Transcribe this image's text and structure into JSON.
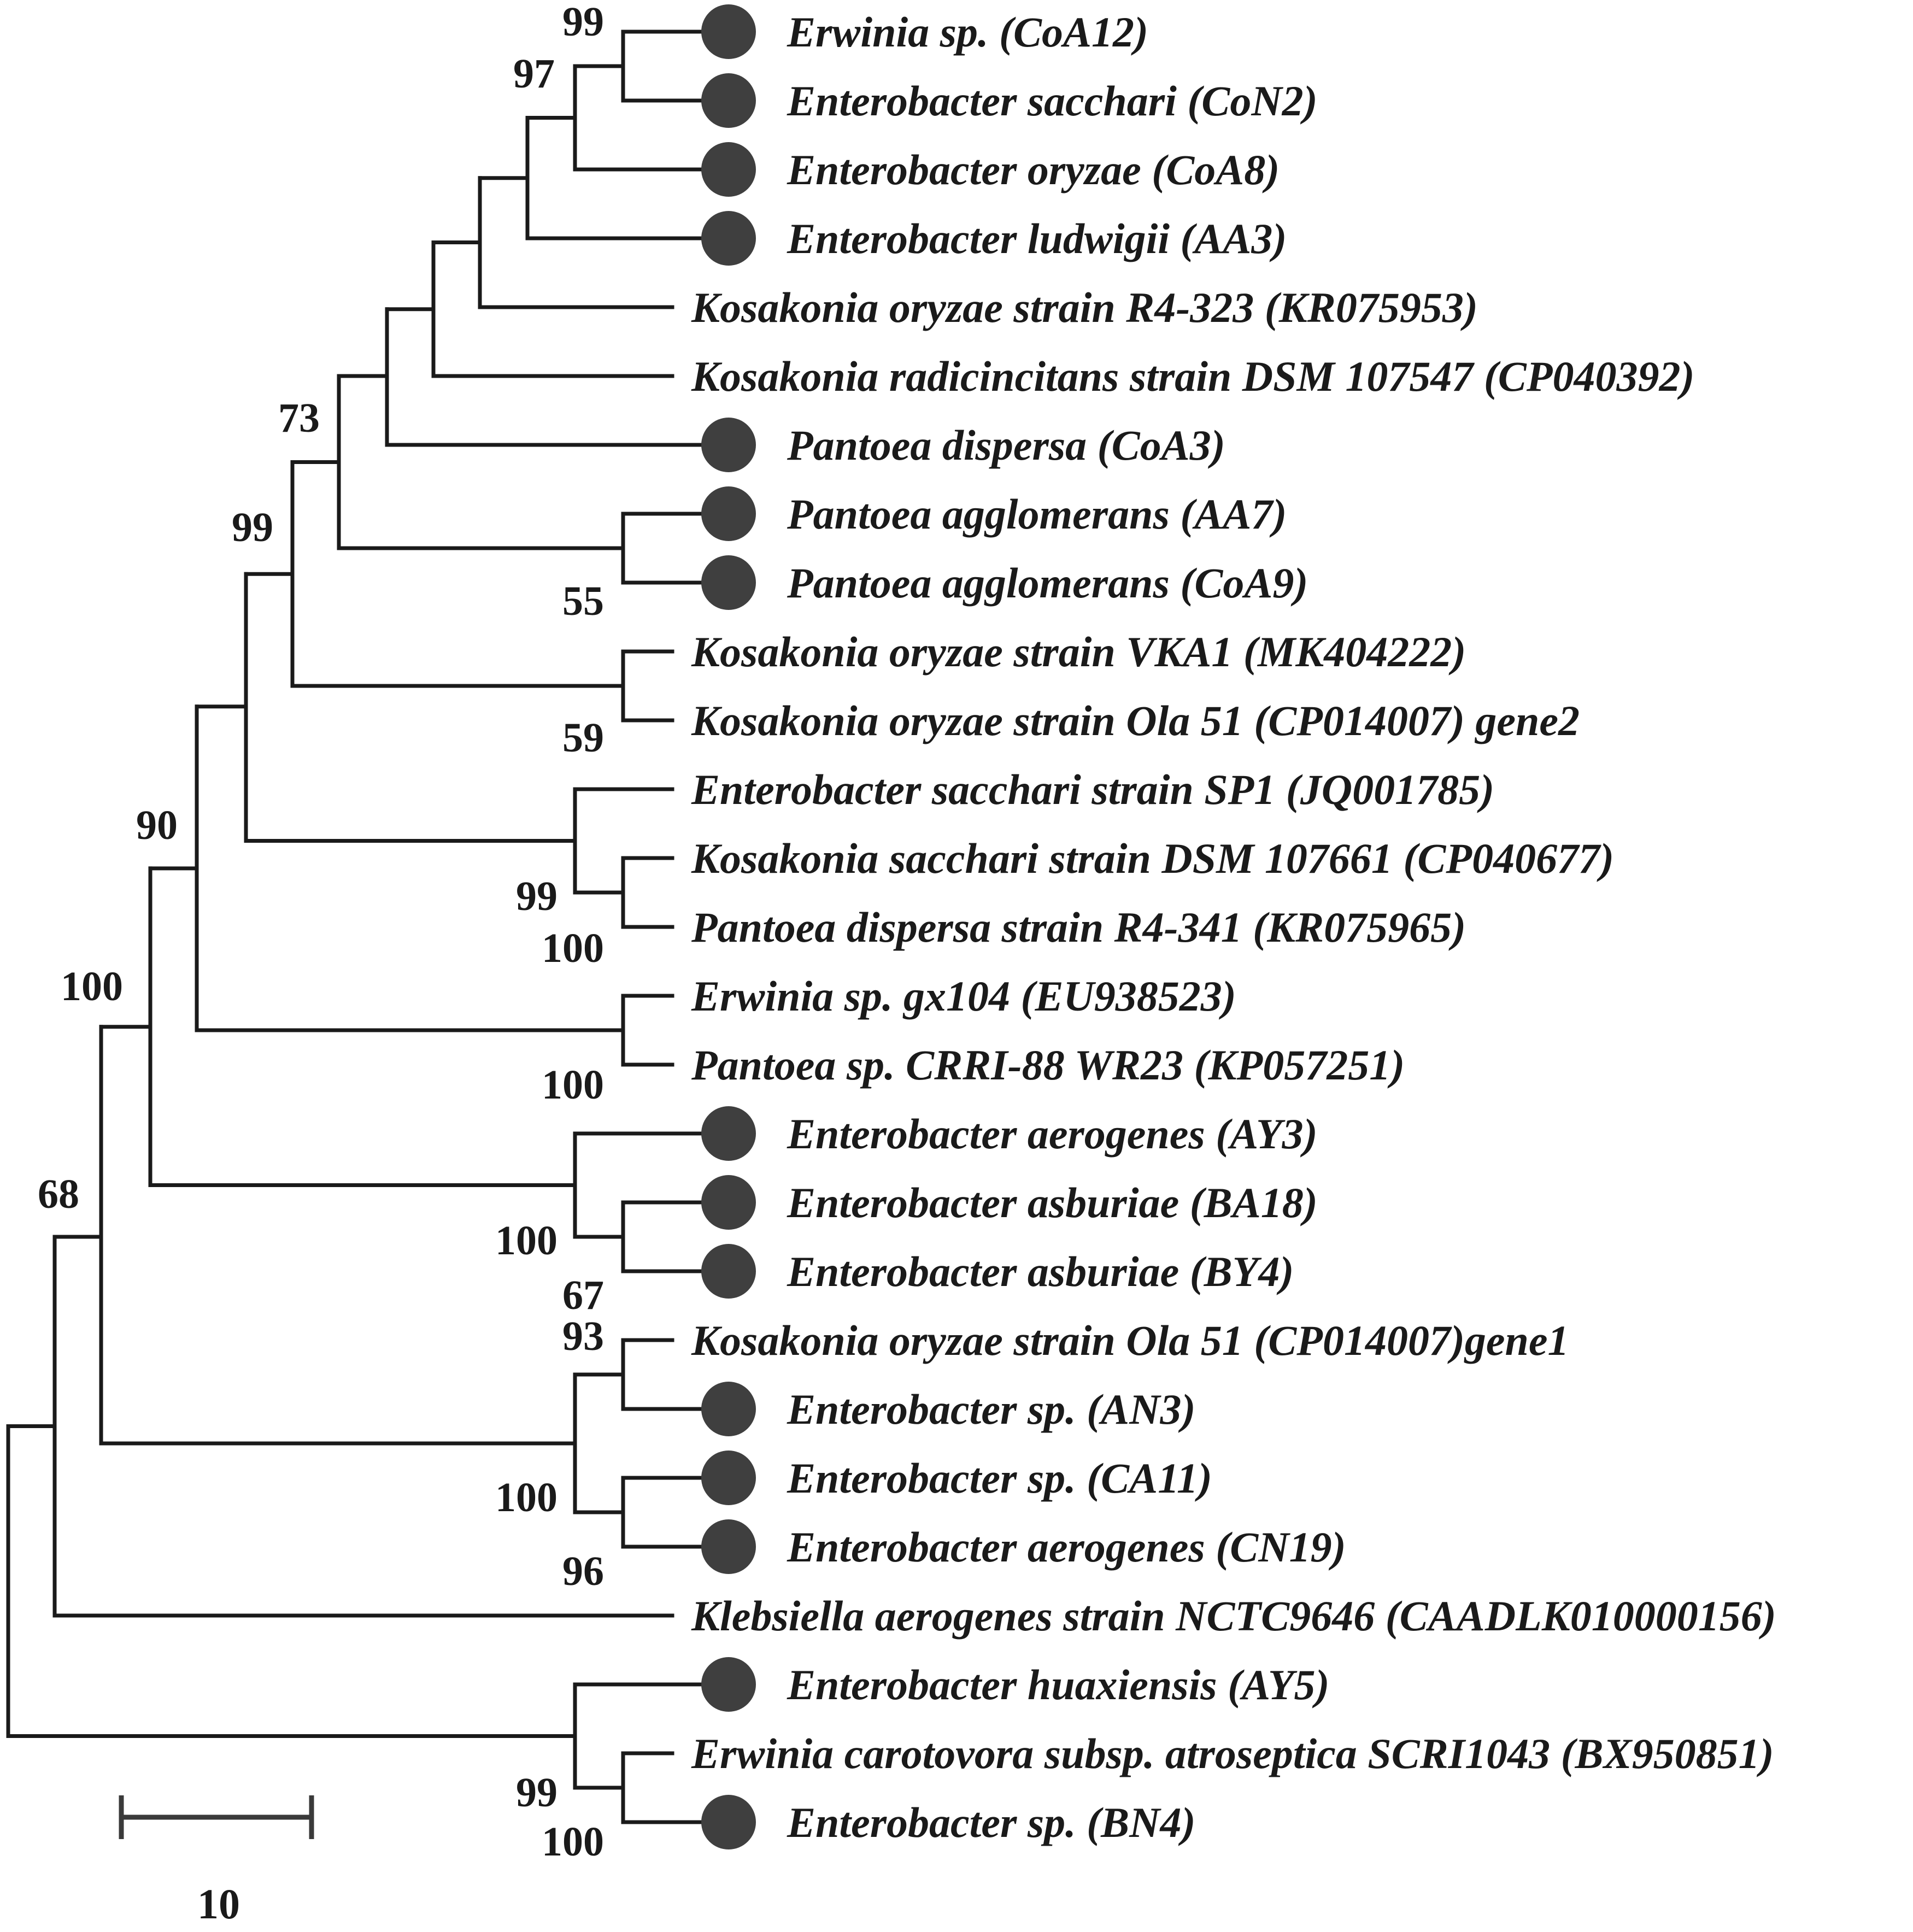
{
  "diagram_type": "phylogenetic-tree",
  "colors": {
    "line": "#1a1a1a",
    "marker": "#3f3f3f",
    "background": "#ffffff"
  },
  "marker_icon": "filled-circle-icon",
  "scale_bar": {
    "label": "10"
  },
  "leaves": [
    {
      "label": "Erwinia sp. (CoA12)",
      "marked": true
    },
    {
      "label": "Enterobacter sacchari (CoN2)",
      "marked": true
    },
    {
      "label": "Enterobacter oryzae (CoA8)",
      "marked": true
    },
    {
      "label": "Enterobacter ludwigii (AA3)",
      "marked": true
    },
    {
      "label": "Kosakonia oryzae strain R4-323 (KR075953)",
      "marked": false
    },
    {
      "label": "Kosakonia radicincitans strain DSM 107547 (CP040392)",
      "marked": false
    },
    {
      "label": "Pantoea dispersa (CoA3)",
      "marked": true
    },
    {
      "label": "Pantoea agglomerans (AA7)",
      "marked": true
    },
    {
      "label": "Pantoea agglomerans (CoA9)",
      "marked": true
    },
    {
      "label": "Kosakonia oryzae strain VKA1 (MK404222)",
      "marked": false
    },
    {
      "label": "Kosakonia oryzae strain Ola 51 (CP014007) gene2",
      "marked": false
    },
    {
      "label": "Enterobacter sacchari strain SP1 (JQ001785)",
      "marked": false
    },
    {
      "label": "Kosakonia sacchari strain DSM 107661 (CP040677)",
      "marked": false
    },
    {
      "label": "Pantoea dispersa strain R4-341 (KR075965)",
      "marked": false
    },
    {
      "label": "Erwinia sp. gx104 (EU938523)",
      "marked": false
    },
    {
      "label": "Pantoea sp. CRRI-88 WR23 (KP057251)",
      "marked": false
    },
    {
      "label": "Enterobacter aerogenes (AY3)",
      "marked": true
    },
    {
      "label": "Enterobacter asburiae (BA18)",
      "marked": true
    },
    {
      "label": "Enterobacter asburiae (BY4)",
      "marked": true
    },
    {
      "label": "Kosakonia oryzae strain Ola 51 (CP014007)gene1",
      "marked": false
    },
    {
      "label": "Enterobacter sp. (AN3)",
      "marked": true
    },
    {
      "label": "Enterobacter sp. (CA11)",
      "marked": true
    },
    {
      "label": "Enterobacter aerogenes (CN19)",
      "marked": true
    },
    {
      "label": "Klebsiella aerogenes strain NCTC9646 (CAADLK010000156)",
      "marked": false
    },
    {
      "label": "Enterobacter huaxiensis (AY5)",
      "marked": true
    },
    {
      "label": "Erwinia carotovora subsp. atroseptica SCRI1043 (BX950851)",
      "marked": false
    },
    {
      "label": "Enterobacter sp. (BN4)",
      "marked": true
    }
  ],
  "bootstrap_values": [
    "99",
    "97",
    "73",
    "99",
    "55",
    "59",
    "90",
    "99",
    "100",
    "100",
    "100",
    "100",
    "67",
    "93",
    "100",
    "96",
    "68",
    "99",
    "100"
  ]
}
